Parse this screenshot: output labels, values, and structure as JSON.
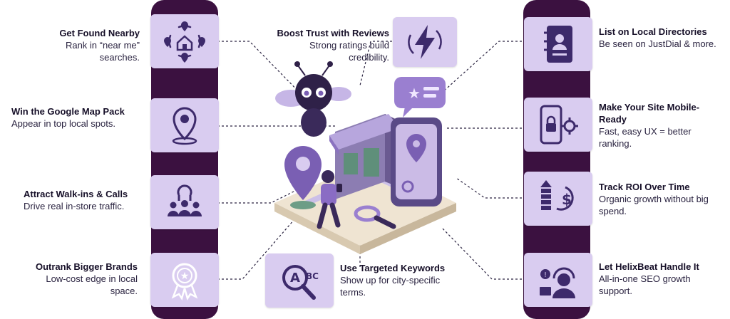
{
  "colors": {
    "pillar": "#3b1140",
    "tile": "#d9ccf0",
    "icon": "#3d2a6b",
    "accent": "#8a6cc4"
  },
  "items": {
    "get_found": {
      "title": "Get Found Nearby",
      "desc": "Rank in “near me” searches.",
      "icon": "map-pins-house-icon"
    },
    "map_pack": {
      "title": "Win the Google Map Pack",
      "desc": "Appear in top local spots.",
      "icon": "location-pin-icon"
    },
    "walk_ins": {
      "title": "Attract Walk-ins & Calls",
      "desc": "Drive real in-store traffic.",
      "icon": "people-group-icon"
    },
    "outrank": {
      "title": "Outrank Bigger Brands",
      "desc": "Low-cost edge in local space.",
      "icon": "award-badge-icon"
    },
    "reviews": {
      "title": "Boost Trust with Reviews",
      "desc": "Strong ratings build credibility.",
      "icon": "lightning-bolt-icon"
    },
    "keywords": {
      "title": "Use Targeted Keywords",
      "desc": "Show up for city-specific terms.",
      "icon": "abc-magnifier-icon",
      "glyph": "BC"
    },
    "directories": {
      "title": "List on Local Directories",
      "desc": "Be seen on JustDial & more.",
      "icon": "address-book-icon"
    },
    "mobile": {
      "title": "Make Your Site Mobile-Ready",
      "desc": "Fast, easy UX = better ranking.",
      "icon": "mobile-lock-gear-icon"
    },
    "roi": {
      "title": "Track ROI Over Time",
      "desc": "Organic growth without big spend.",
      "icon": "dollar-growth-icon"
    },
    "helixbeat": {
      "title": "Let HelixBeat Handle It",
      "desc": "All-in-one SEO growth support.",
      "icon": "support-headset-icon"
    }
  }
}
